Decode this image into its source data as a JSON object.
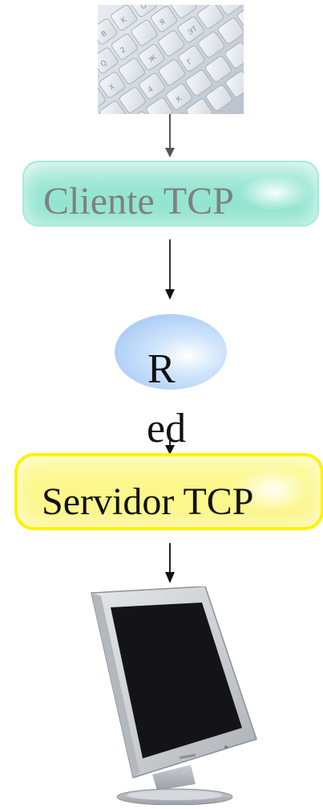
{
  "nodes": {
    "cliente": {
      "label": "Cliente TCP"
    },
    "red": {
      "label_line1": "R",
      "label_line2": "ed"
    },
    "servidor": {
      "label": "Servidor TCP"
    }
  },
  "images": {
    "keyboard": "keyboard-photo",
    "monitor": "computer-monitor"
  },
  "colors": {
    "cliente_fill": "#96e6d2",
    "cliente_text": "#808080",
    "red_fill": "#a7cbf4",
    "servidor_fill": "#fbf78a",
    "servidor_border": "#fff200",
    "arrow": "#555555"
  }
}
